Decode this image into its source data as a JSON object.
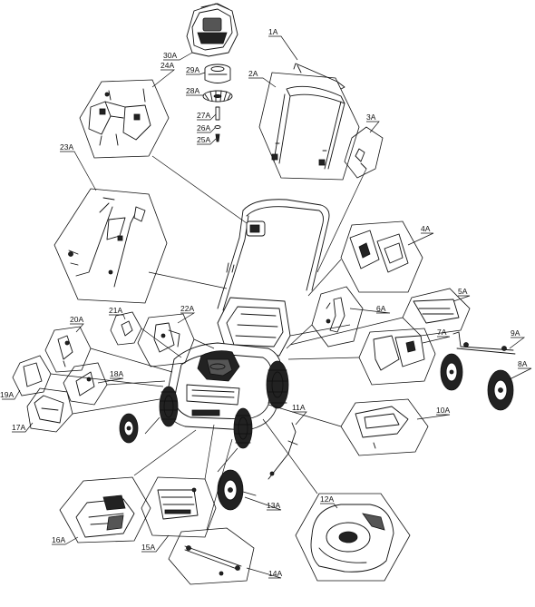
{
  "labels": {
    "l30a": "30A",
    "l24a": "24A",
    "l29a": "29A",
    "l28a": "28A",
    "l27a": "27A",
    "l26a": "26A",
    "l25a": "25A",
    "l1a": "1A",
    "l2a": "2A",
    "l3a": "3A",
    "l4a": "4A",
    "l5a": "5A",
    "l6a": "6A",
    "l7a": "7A",
    "l8a": "8A",
    "l9a": "9A",
    "l10a": "10A",
    "l11a": "11A",
    "l12a": "12A",
    "l13a": "13A",
    "l14a": "14A",
    "l15a": "15A",
    "l16a": "16A",
    "l17a": "17A",
    "l18a": "18A",
    "l19a": "19A",
    "l20a": "20A",
    "l21a": "21A",
    "l22a": "22A",
    "l23a": "23A"
  },
  "colors": {
    "ink": "#111111",
    "background": "#ffffff"
  }
}
